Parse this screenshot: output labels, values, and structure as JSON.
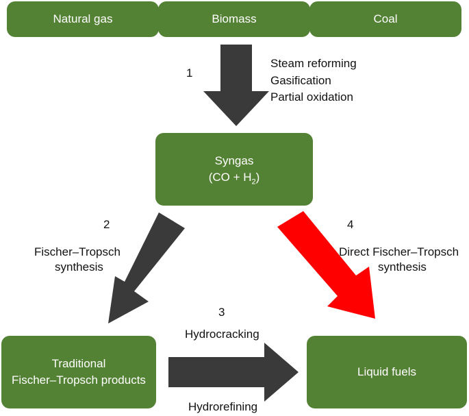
{
  "sources": [
    "Natural gas",
    "Biomass",
    "Coal"
  ],
  "syngas": {
    "title": "Syngas",
    "formula_prefix": "(CO + H",
    "formula_sub": "2",
    "formula_suffix": ")"
  },
  "traditional": {
    "line1": "Traditional",
    "line2": "Fischer–Tropsch products"
  },
  "liquid_fuels": "Liquid fuels",
  "step1": {
    "number": "1",
    "processes": [
      "Steam reforming",
      "Gasification",
      "Partial oxidation"
    ]
  },
  "step2": {
    "number": "2",
    "line1": "Fischer–Tropsch",
    "line2": "synthesis"
  },
  "step3": {
    "number": "3",
    "top": "Hydrocracking",
    "bottom": "Hydrorefining"
  },
  "step4": {
    "number": "4",
    "line1": "Direct Fischer–Tropsch",
    "line2": "synthesis"
  },
  "colors": {
    "box": "#548235",
    "arrow": "#3a3a3a",
    "direct_arrow": "#ff0000"
  }
}
